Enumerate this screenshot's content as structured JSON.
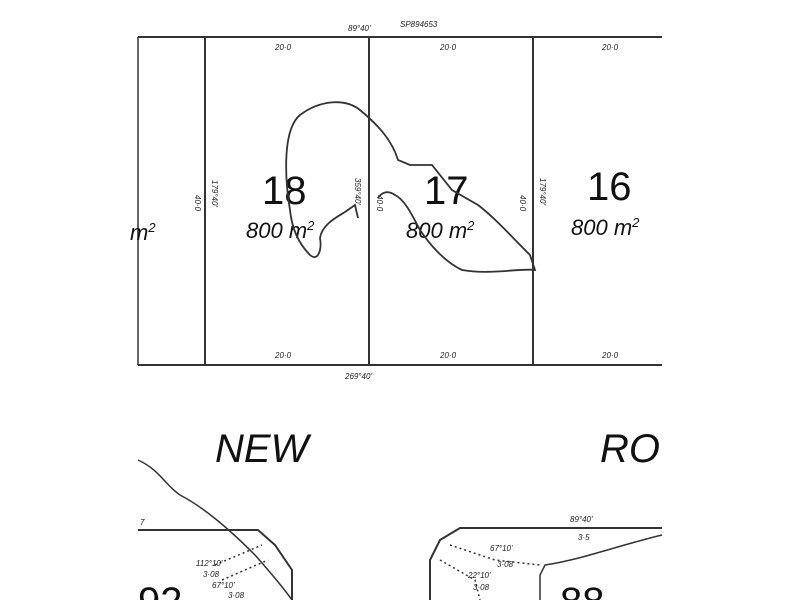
{
  "plan": {
    "top_bearing": "89°40'",
    "plan_ref": "SP894653",
    "bottom_bearing": "269°40'",
    "lots": [
      {
        "number": "18",
        "area": "800 m",
        "area_unit_sup": "2",
        "frontage_top": "20·0",
        "frontage_bottom": "20·0",
        "side_bearing_left": "179°40'",
        "side_length_left": "40·0",
        "side_bearing_right": "359°40'"
      },
      {
        "number": "17",
        "area": "800 m",
        "area_unit_sup": "2",
        "frontage_top": "20·0",
        "frontage_bottom": "20·0",
        "side_length_left": "40·0"
      },
      {
        "number": "16",
        "area": "800 m",
        "area_unit_sup": "2",
        "frontage_top": "20·0",
        "frontage_bottom": "20·0",
        "side_bearing_left": "179°40'",
        "side_length_left": "40·0"
      }
    ],
    "partial_area_left": "m",
    "partial_area_left_sup": "2",
    "road_name_1": "NEW",
    "road_name_2": "RO",
    "lower_left": {
      "bearing1": "112°10'",
      "len1": "3·08",
      "bearing2": "67°10'",
      "len2": "3·08",
      "lot_partial": "92"
    },
    "lower_right": {
      "bearing_top": "89°40'",
      "len_top": "3·5",
      "bearing1": "67°10'",
      "len1": "3·08",
      "bearing2": "22°10'",
      "len2": "3·08",
      "lot_partial": "88"
    }
  }
}
